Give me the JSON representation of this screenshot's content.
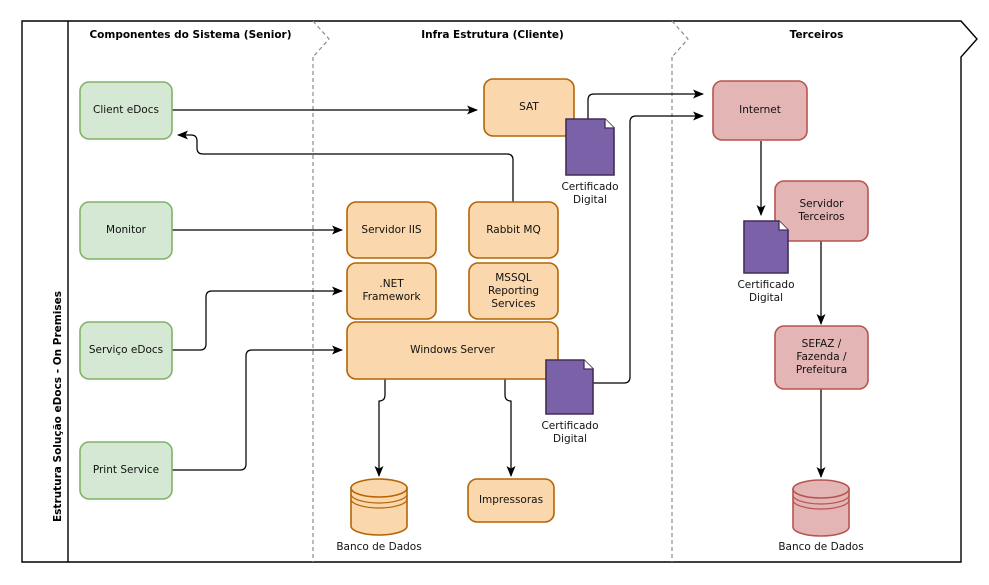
{
  "pool": {
    "title": "Estrutura Solução eDocs - On Premises",
    "lanes": [
      {
        "id": "senior",
        "label": "Componentes do Sistema (Senior)"
      },
      {
        "id": "cliente",
        "label": "Infra Estrutura (Cliente)"
      },
      {
        "id": "terceiros",
        "label": "Terceiros"
      }
    ]
  },
  "colors": {
    "green_fill": "#d5e8d4",
    "green_stroke": "#82b366",
    "orange_fill": "#fad7ac",
    "orange_stroke": "#b46504",
    "pink_fill": "#e3b5b5",
    "pink_stroke": "#b85450",
    "purple_fill": "#7b61a8",
    "purple_stroke": "#432d57",
    "frame_stroke": "#000000",
    "lane_divider": "#808080",
    "connector": "#000000",
    "background": "#ffffff"
  },
  "nodes": {
    "client_edocs": {
      "label": "Client eDocs",
      "shape": "rounded",
      "color": "green"
    },
    "monitor": {
      "label": "Monitor",
      "shape": "rounded",
      "color": "green"
    },
    "servico_edocs": {
      "label": "Serviço eDocs",
      "shape": "rounded",
      "color": "green"
    },
    "print_service": {
      "label": "Print Service",
      "shape": "rounded",
      "color": "green"
    },
    "sat": {
      "label": "SAT",
      "shape": "rounded",
      "color": "orange"
    },
    "servidor_iis": {
      "label": "Servidor IIS",
      "shape": "rounded",
      "color": "orange"
    },
    "net_framework": {
      "label": ".NET\nFramework",
      "shape": "rounded",
      "color": "orange"
    },
    "rabbit_mq": {
      "label": "Rabbit MQ",
      "shape": "rounded",
      "color": "orange"
    },
    "mssql_reporting": {
      "label": "MSSQL\nReporting\nServices",
      "shape": "rounded",
      "color": "orange"
    },
    "windows_server": {
      "label": "Windows Server",
      "shape": "rounded",
      "color": "orange"
    },
    "impressoras": {
      "label": "Impressoras",
      "shape": "rounded",
      "color": "orange"
    },
    "banco_dados_infra": {
      "label": "Banco de Dados",
      "shape": "cylinder",
      "color": "orange"
    },
    "internet": {
      "label": "Internet",
      "shape": "rounded",
      "color": "pink"
    },
    "servidor_terceiros": {
      "label": "Servidor\nTerceiros",
      "shape": "rounded",
      "color": "pink"
    },
    "sefaz": {
      "label": "SEFAZ /\nFazenda /\nPrefeitura",
      "shape": "rounded",
      "color": "pink"
    },
    "banco_dados_terceiros": {
      "label": "Banco de Dados",
      "shape": "cylinder",
      "color": "pink"
    },
    "certificado_sat": {
      "label": "Certificado\nDigital",
      "shape": "document",
      "color": "purple"
    },
    "certificado_ws": {
      "label": "Certificado\nDigital",
      "shape": "document",
      "color": "purple"
    },
    "certificado_terceiros": {
      "label": "Certificado\nDigital",
      "shape": "document",
      "color": "purple"
    }
  },
  "edges": [
    {
      "from": "client_edocs",
      "to": "sat",
      "name": "client-edocs-to-sat"
    },
    {
      "from": "rabbit_mq",
      "to": "client_edocs",
      "name": "rabbit-mq-to-client-edocs"
    },
    {
      "from": "monitor",
      "to": "servidor_iis",
      "name": "monitor-to-servidor-iis"
    },
    {
      "from": "servico_edocs",
      "to": "net_framework",
      "name": "servico-edocs-to-net-framework"
    },
    {
      "from": "print_service",
      "to": "windows_server",
      "name": "print-service-to-windows-server"
    },
    {
      "from": "certificado_sat",
      "to": "internet",
      "name": "certificado-sat-to-internet"
    },
    {
      "from": "certificado_ws",
      "to": "internet",
      "name": "certificado-windows-server-to-internet"
    },
    {
      "from": "windows_server",
      "to": "banco_dados_infra",
      "name": "windows-server-to-banco-de-dados"
    },
    {
      "from": "windows_server",
      "to": "impressoras",
      "name": "windows-server-to-impressoras"
    },
    {
      "from": "internet",
      "to": "certificado_terceiros",
      "name": "internet-to-certificado-digital"
    },
    {
      "from": "servidor_terceiros",
      "to": "sefaz",
      "name": "servidor-terceiros-to-sefaz"
    },
    {
      "from": "sefaz",
      "to": "banco_dados_terceiros",
      "name": "sefaz-to-banco-de-dados"
    }
  ]
}
